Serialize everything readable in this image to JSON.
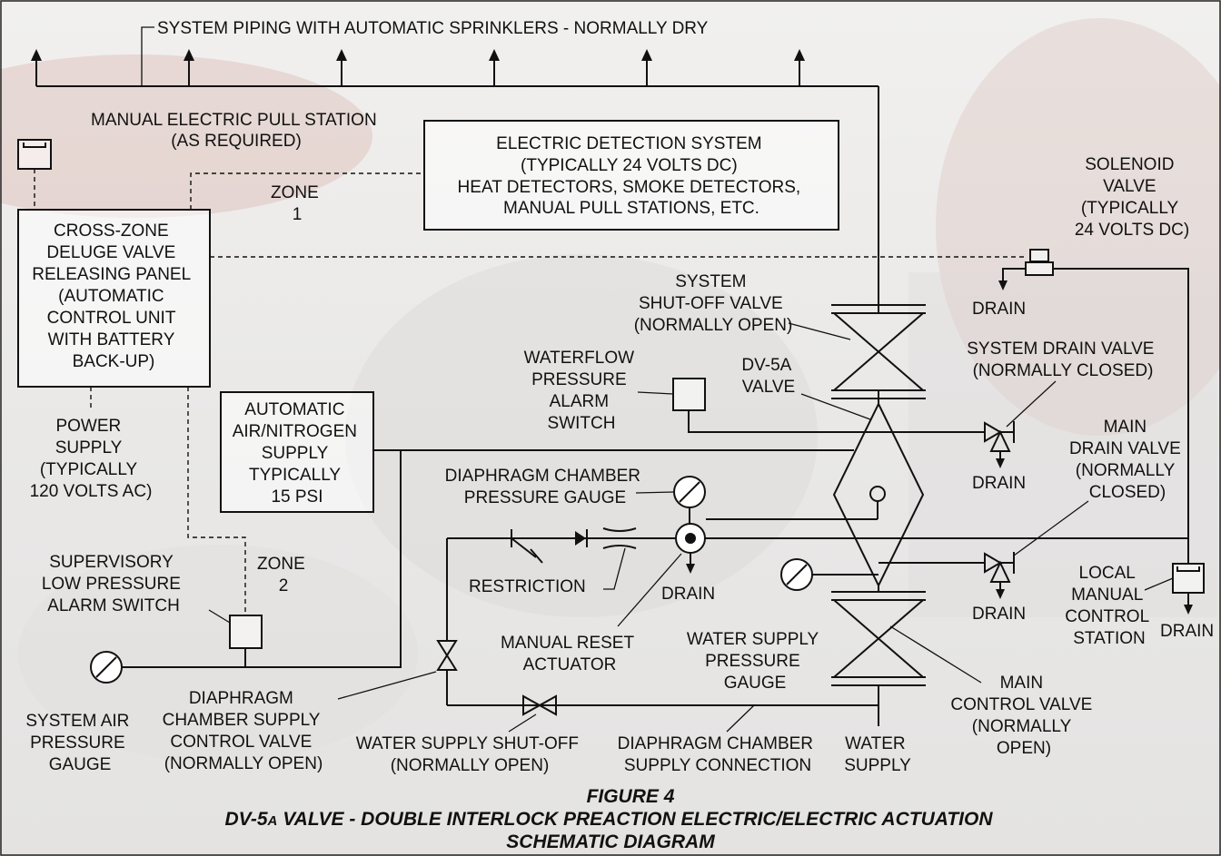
{
  "labels": {
    "system_piping": "SYSTEM PIPING WITH AUTOMATIC SPRINKLERS - NORMALLY DRY",
    "manual_pull": [
      "MANUAL ELECTRIC PULL STATION",
      "(AS REQUIRED)"
    ],
    "detection": [
      "ELECTRIC DETECTION SYSTEM",
      "(TYPICALLY 24 VOLTS DC)",
      "HEAT DETECTORS, SMOKE DETECTORS,",
      "MANUAL PULL STATIONS, ETC."
    ],
    "zone1": [
      "ZONE",
      "1"
    ],
    "zone2": [
      "ZONE",
      "2"
    ],
    "panel": [
      "CROSS-ZONE",
      "DELUGE VALVE",
      "RELEASING PANEL",
      "(AUTOMATIC",
      "CONTROL UNIT",
      "WITH BATTERY",
      "BACK-UP)"
    ],
    "solenoid": [
      "SOLENOID",
      "VALVE",
      "(TYPICALLY",
      "24 VOLTS DC)"
    ],
    "drain": "DRAIN",
    "system_shutoff": [
      "SYSTEM",
      "SHUT-OFF VALVE",
      "(NORMALLY OPEN)"
    ],
    "waterflow": [
      "WATERFLOW",
      "PRESSURE",
      "ALARM",
      "SWITCH"
    ],
    "dv5a": [
      "DV-5A",
      "VALVE"
    ],
    "system_drain": [
      "SYSTEM DRAIN VALVE",
      "(NORMALLY CLOSED)"
    ],
    "power_supply": [
      "POWER",
      "SUPPLY",
      "(TYPICALLY",
      "120 VOLTS AC)"
    ],
    "air_supply": [
      "AUTOMATIC",
      "AIR/NITROGEN",
      "SUPPLY",
      "TYPICALLY",
      "15 PSI"
    ],
    "main_drain": [
      "MAIN",
      "DRAIN VALVE",
      "(NORMALLY",
      "CLOSED)"
    ],
    "diaphragm_gauge": [
      "DIAPHRAGM CHAMBER",
      "PRESSURE GAUGE"
    ],
    "restriction": "RESTRICTION",
    "supervisory": [
      "SUPERVISORY",
      "LOW PRESSURE",
      "ALARM SWITCH"
    ],
    "local_manual": [
      "LOCAL",
      "MANUAL",
      "CONTROL",
      "STATION"
    ],
    "manual_reset": [
      "MANUAL RESET",
      "ACTUATOR"
    ],
    "water_supply_gauge": [
      "WATER SUPPLY",
      "PRESSURE",
      "GAUGE"
    ],
    "main_control": [
      "MAIN",
      "CONTROL VALVE",
      "(NORMALLY",
      "OPEN)"
    ],
    "system_air_gauge": [
      "SYSTEM AIR",
      "PRESSURE",
      "GAUGE"
    ],
    "diaphragm_supply_valve": [
      "DIAPHRAGM",
      "CHAMBER SUPPLY",
      "CONTROL VALVE",
      "(NORMALLY OPEN)"
    ],
    "water_shutoff": [
      "WATER SUPPLY SHUT-OFF",
      "(NORMALLY OPEN)"
    ],
    "diaphragm_supply_conn": [
      "DIAPHRAGM CHAMBER",
      "SUPPLY CONNECTION"
    ],
    "water_supply": [
      "WATER",
      "SUPPLY"
    ]
  },
  "caption": {
    "figure": "FIGURE 4",
    "title_prefix": "DV-5",
    "title_sub": "A",
    "title_rest": " VALVE - DOUBLE INTERLOCK PREACTION ELECTRIC/ELECTRIC ACTUATION",
    "title_line2": "SCHEMATIC DIAGRAM"
  },
  "colors": {
    "ink": "#111111",
    "background": "#eceae9",
    "photo_red": "#c98a7c"
  }
}
